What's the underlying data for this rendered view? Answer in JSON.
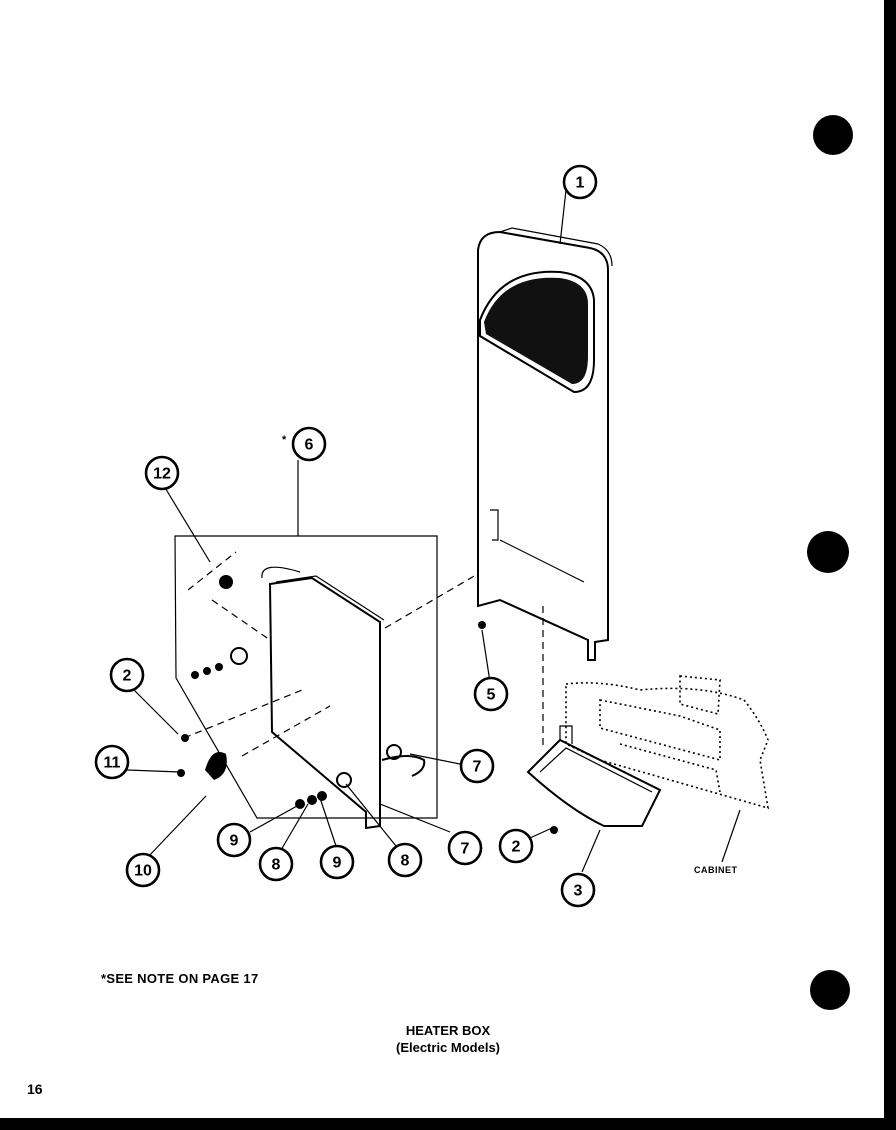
{
  "diagram": {
    "title_line1": "HEATER BOX",
    "title_line2": "(Electric Models)",
    "note": "*SEE NOTE ON PAGE 17",
    "page_number": "16",
    "cabinet_label": "CABINET",
    "asterisk": "*",
    "callouts": {
      "c1": "1",
      "c2a": "2",
      "c2b": "2",
      "c3": "3",
      "c5": "5",
      "c6": "6",
      "c7a": "7",
      "c7b": "7",
      "c8a": "8",
      "c8b": "8",
      "c9a": "9",
      "c9b": "9",
      "c10": "10",
      "c11": "11",
      "c12": "12"
    }
  }
}
